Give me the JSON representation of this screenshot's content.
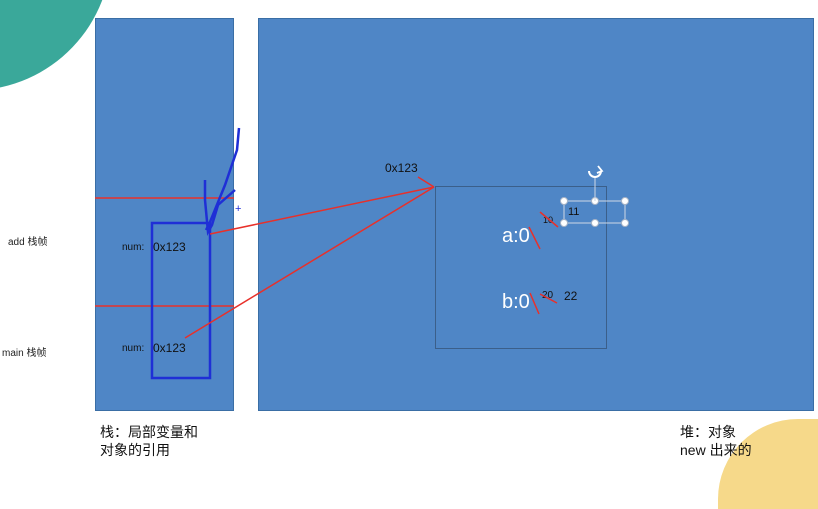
{
  "stack": {
    "add_frame_label": "add 栈帧",
    "main_frame_label": "main 栈帧",
    "add_num_label": "num:",
    "add_num_value": "0x123",
    "main_num_label": "num:",
    "main_num_value": "0x123",
    "caption_line1": "栈：局部变量和",
    "caption_line2": "对象的引用"
  },
  "heap": {
    "address_label": "0x123",
    "field_a": "a:0",
    "field_b": "b:0",
    "a_edit_1": "10",
    "a_edit_2": "11",
    "b_edit_1": "20",
    "b_edit_2": "22",
    "caption_line1": "堆：对象",
    "caption_line2": "new 出来的"
  },
  "colors": {
    "panel": "#4f86c6",
    "arrow": "#e8302a",
    "ink": "#1f2fd6"
  }
}
